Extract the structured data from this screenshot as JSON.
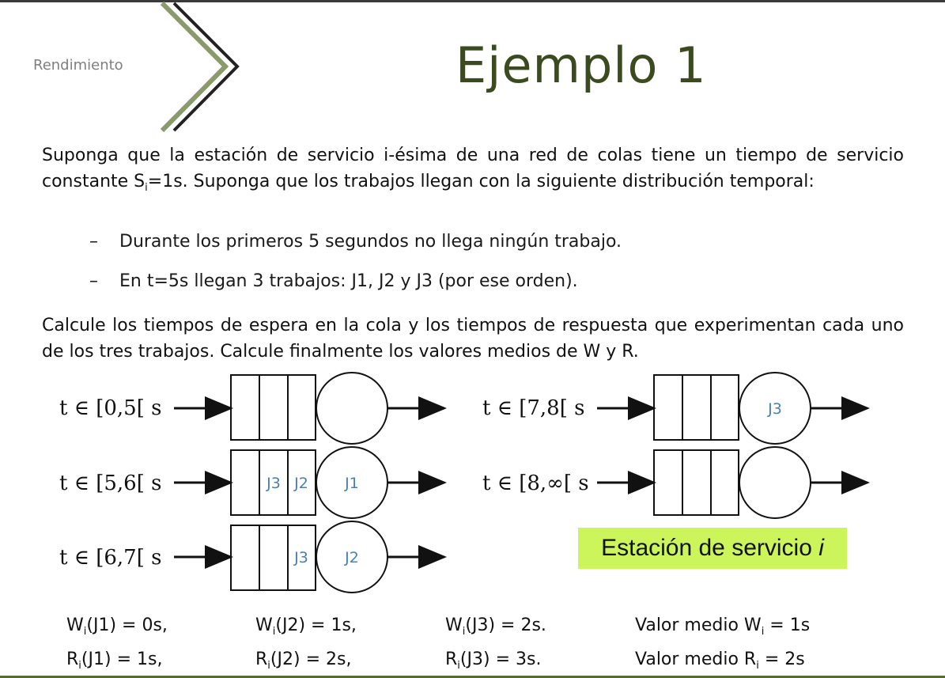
{
  "header": {
    "section": "Rendimiento",
    "title": "Ejemplo 1"
  },
  "statement": {
    "p1_a": "Suponga que la estación de servicio i-ésima de una red de colas tiene un  tiempo de servicio constante S",
    "p1_sub": "i",
    "p1_b": "=1s. Suponga que los trabajos llegan con la siguiente distribución temporal:",
    "bullets": [
      "Durante los primeros 5 segundos no llega ningún trabajo.",
      "En t=5s llegan 3 trabajos: J1, J2 y J3 (por ese orden)."
    ],
    "p2": "Calcule los tiempos de espera en la cola y los tiempos de respuesta que experimentan cada uno de los tres trabajos. Calcule finalmente los valores medios de W y R."
  },
  "diagram": {
    "bullet_dash": "–",
    "intervals": [
      "t ∈ [0,5[ s",
      "t ∈ [5,6[ s",
      "t ∈ [6,7[ s",
      "t ∈ [7,8[ s",
      "t ∈ [8,∞[ s"
    ],
    "states": [
      {
        "queue": [
          "",
          "",
          ""
        ],
        "server": ""
      },
      {
        "queue": [
          "",
          "J3",
          "J2"
        ],
        "server": "J1"
      },
      {
        "queue": [
          "",
          "",
          "J3"
        ],
        "server": "J2"
      },
      {
        "queue": [
          "",
          "",
          ""
        ],
        "server": "J3"
      },
      {
        "queue": [
          "",
          "",
          ""
        ],
        "server": ""
      }
    ],
    "station_label": "Estación de servicio",
    "station_label_var": "i",
    "highlight_color": "#ccf55c"
  },
  "results": {
    "w": [
      {
        "sym": "W",
        "sub": "i",
        "rest": "(J1) = 0s,"
      },
      {
        "sym": "W",
        "sub": "i",
        "rest": "(J2) = 1s,"
      },
      {
        "sym": "W",
        "sub": "i",
        "rest": "(J3) = 2s."
      },
      {
        "sym": "Valor medio W",
        "sub": "i",
        "rest": " = 1s"
      }
    ],
    "r": [
      {
        "sym": "R",
        "sub": "i",
        "rest": "(J1) = 1s,"
      },
      {
        "sym": "R",
        "sub": "i",
        "rest": "(J2) = 2s,"
      },
      {
        "sym": "R",
        "sub": "i",
        "rest": "(J3) = 3s."
      },
      {
        "sym": "Valor medio R",
        "sub": "i",
        "rest": " = 2s"
      }
    ]
  }
}
